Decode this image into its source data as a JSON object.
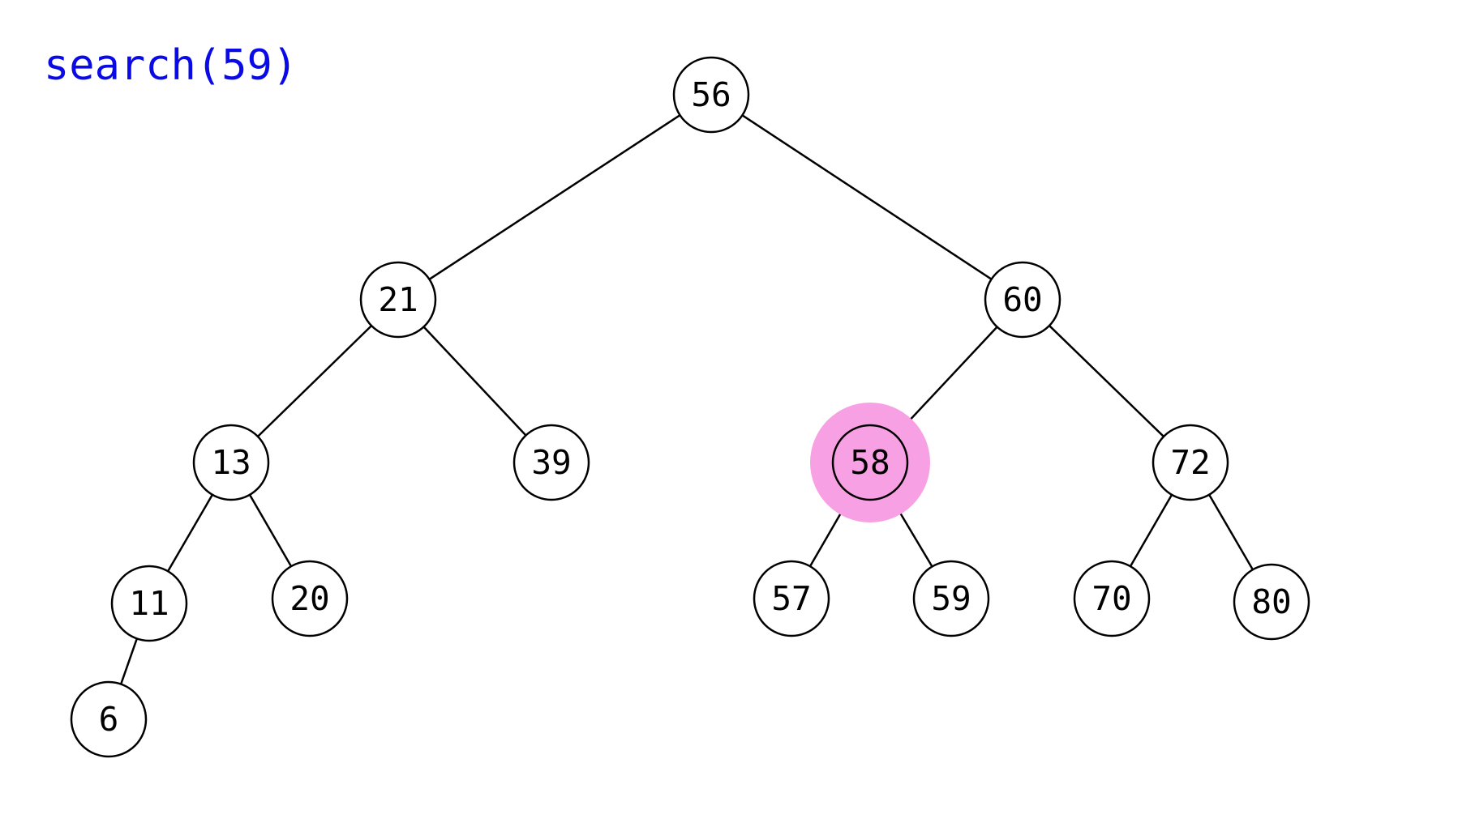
{
  "caption": {
    "text": "search(59)",
    "color": "#0a0ae6"
  },
  "highlight": {
    "node": "58",
    "color": "#f7a1e4"
  },
  "tree": {
    "nodes": [
      {
        "id": "56",
        "label": "56"
      },
      {
        "id": "21",
        "label": "21"
      },
      {
        "id": "60",
        "label": "60"
      },
      {
        "id": "13",
        "label": "13"
      },
      {
        "id": "39",
        "label": "39"
      },
      {
        "id": "58",
        "label": "58"
      },
      {
        "id": "72",
        "label": "72"
      },
      {
        "id": "11",
        "label": "11"
      },
      {
        "id": "20",
        "label": "20"
      },
      {
        "id": "57",
        "label": "57"
      },
      {
        "id": "59",
        "label": "59"
      },
      {
        "id": "70",
        "label": "70"
      },
      {
        "id": "80",
        "label": "80"
      },
      {
        "id": "6",
        "label": "6"
      }
    ],
    "edges": [
      {
        "from": "56",
        "to": "21"
      },
      {
        "from": "56",
        "to": "60"
      },
      {
        "from": "21",
        "to": "13"
      },
      {
        "from": "21",
        "to": "39"
      },
      {
        "from": "60",
        "to": "58"
      },
      {
        "from": "60",
        "to": "72"
      },
      {
        "from": "13",
        "to": "11"
      },
      {
        "from": "13",
        "to": "20"
      },
      {
        "from": "58",
        "to": "57"
      },
      {
        "from": "58",
        "to": "59"
      },
      {
        "from": "72",
        "to": "70"
      },
      {
        "from": "72",
        "to": "80"
      },
      {
        "from": "11",
        "to": "6"
      }
    ]
  }
}
